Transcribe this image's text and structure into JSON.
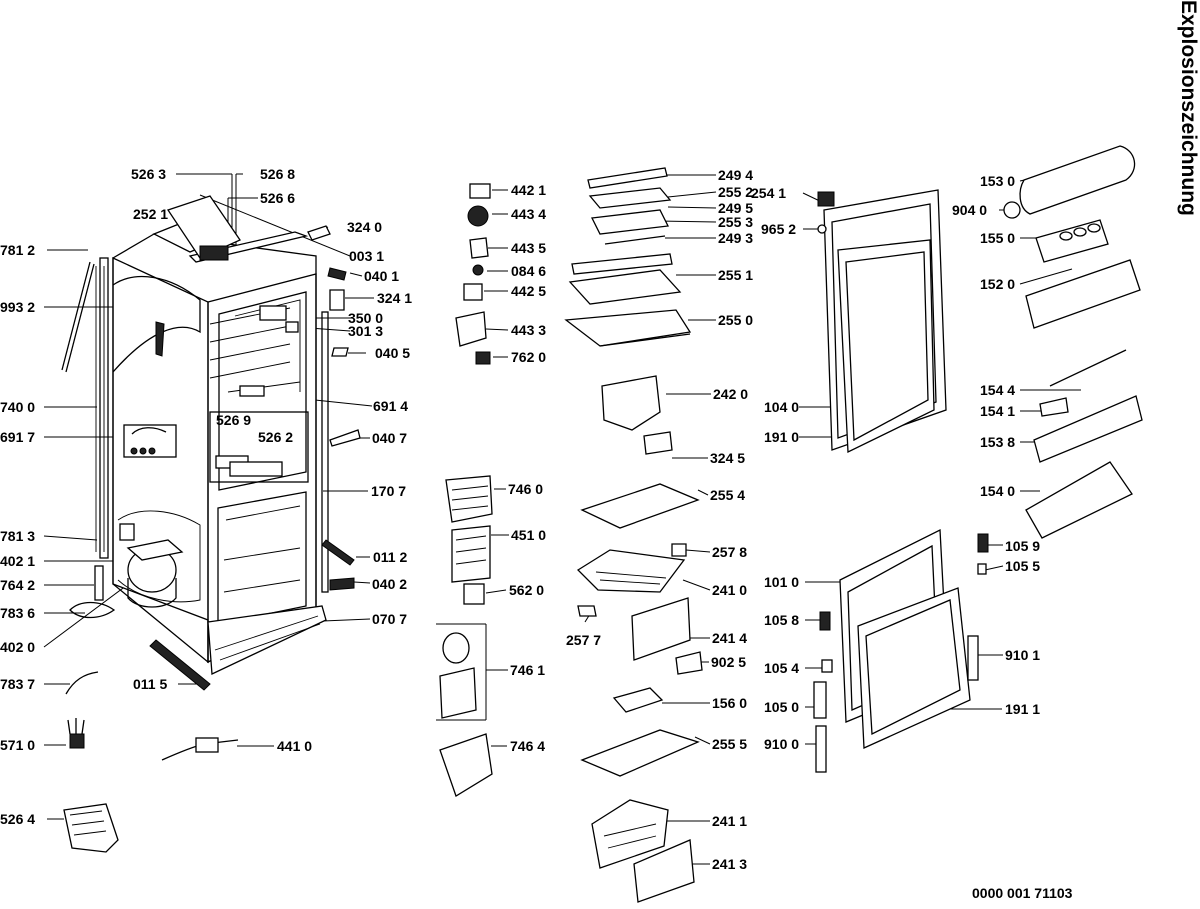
{
  "title": "Explosionszeichnung",
  "document_number": "0000 001 71103",
  "parts": [
    {
      "id": "p5263",
      "label": "526 3"
    },
    {
      "id": "p5268",
      "label": "526 8"
    },
    {
      "id": "p5266",
      "label": "526 6"
    },
    {
      "id": "p2521",
      "label": "252 1"
    },
    {
      "id": "p3240",
      "label": "324 0"
    },
    {
      "id": "p0031",
      "label": "003 1"
    },
    {
      "id": "p0401",
      "label": "040 1"
    },
    {
      "id": "p7812",
      "label": "781 2"
    },
    {
      "id": "p3241",
      "label": "324 1"
    },
    {
      "id": "p3500",
      "label": "350 0"
    },
    {
      "id": "p9932",
      "label": "993 2"
    },
    {
      "id": "p3013",
      "label": "301 3"
    },
    {
      "id": "p0405",
      "label": "040 5"
    },
    {
      "id": "p7400",
      "label": "740 0"
    },
    {
      "id": "p6914",
      "label": "691 4"
    },
    {
      "id": "p6917",
      "label": "691 7"
    },
    {
      "id": "p5269",
      "label": "526 9"
    },
    {
      "id": "p5262",
      "label": "526 2"
    },
    {
      "id": "p0407",
      "label": "040 7"
    },
    {
      "id": "p1707",
      "label": "170 7"
    },
    {
      "id": "p7813",
      "label": "781 3"
    },
    {
      "id": "p4021",
      "label": "402 1"
    },
    {
      "id": "p0112",
      "label": "011 2"
    },
    {
      "id": "p7642",
      "label": "764 2"
    },
    {
      "id": "p0402",
      "label": "040 2"
    },
    {
      "id": "p7836",
      "label": "783 6"
    },
    {
      "id": "p0707",
      "label": "070 7"
    },
    {
      "id": "p4020",
      "label": "402 0"
    },
    {
      "id": "p7837",
      "label": "783 7"
    },
    {
      "id": "p0115",
      "label": "011 5"
    },
    {
      "id": "p5710",
      "label": "571 0"
    },
    {
      "id": "p4410",
      "label": "441 0"
    },
    {
      "id": "p5264",
      "label": "526 4"
    },
    {
      "id": "p4421",
      "label": "442 1"
    },
    {
      "id": "p4434",
      "label": "443 4"
    },
    {
      "id": "p4435",
      "label": "443 5"
    },
    {
      "id": "p0846",
      "label": "084 6"
    },
    {
      "id": "p4425",
      "label": "442 5"
    },
    {
      "id": "p4433",
      "label": "443 3"
    },
    {
      "id": "p7620",
      "label": "762 0"
    },
    {
      "id": "p7460",
      "label": "746 0"
    },
    {
      "id": "p4510",
      "label": "451 0"
    },
    {
      "id": "p5620",
      "label": "562 0"
    },
    {
      "id": "p7461",
      "label": "746 1"
    },
    {
      "id": "p7464",
      "label": "746 4"
    },
    {
      "id": "p2494",
      "label": "249 4"
    },
    {
      "id": "p2552",
      "label": "255 2"
    },
    {
      "id": "p2495",
      "label": "249 5"
    },
    {
      "id": "p2553",
      "label": "255 3"
    },
    {
      "id": "p2493",
      "label": "249 3"
    },
    {
      "id": "p2551",
      "label": "255 1"
    },
    {
      "id": "p2550",
      "label": "255 0"
    },
    {
      "id": "p2420",
      "label": "242 0"
    },
    {
      "id": "p3245",
      "label": "324 5"
    },
    {
      "id": "p2554",
      "label": "255 4"
    },
    {
      "id": "p2578",
      "label": "257 8"
    },
    {
      "id": "p2410",
      "label": "241 0"
    },
    {
      "id": "p2577",
      "label": "257 7"
    },
    {
      "id": "p2414",
      "label": "241 4"
    },
    {
      "id": "p9025",
      "label": "902 5"
    },
    {
      "id": "p1560",
      "label": "156 0"
    },
    {
      "id": "p2555",
      "label": "255 5"
    },
    {
      "id": "p2411",
      "label": "241 1"
    },
    {
      "id": "p2413",
      "label": "241 3"
    },
    {
      "id": "p2541",
      "label": "254 1"
    },
    {
      "id": "p9652",
      "label": "965 2"
    },
    {
      "id": "p1040",
      "label": "104 0"
    },
    {
      "id": "p1910",
      "label": "191 0"
    },
    {
      "id": "p1530",
      "label": "153 0"
    },
    {
      "id": "p9040",
      "label": "904 0"
    },
    {
      "id": "p1550",
      "label": "155 0"
    },
    {
      "id": "p1520",
      "label": "152 0"
    },
    {
      "id": "p1544",
      "label": "154 4"
    },
    {
      "id": "p1541",
      "label": "154 1"
    },
    {
      "id": "p1538",
      "label": "153 8"
    },
    {
      "id": "p1540",
      "label": "154 0"
    },
    {
      "id": "p1059",
      "label": "105 9"
    },
    {
      "id": "p1010",
      "label": "101 0"
    },
    {
      "id": "p1055",
      "label": "105 5"
    },
    {
      "id": "p1058",
      "label": "105 8"
    },
    {
      "id": "p9101",
      "label": "910 1"
    },
    {
      "id": "p1054",
      "label": "105 4"
    },
    {
      "id": "p1050",
      "label": "105 0"
    },
    {
      "id": "p1911",
      "label": "191 1"
    },
    {
      "id": "p9100",
      "label": "910 0"
    }
  ]
}
